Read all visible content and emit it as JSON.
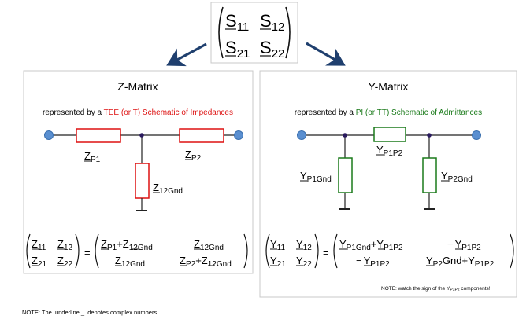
{
  "smatrix": {
    "main": "S",
    "subs": [
      "11",
      "12",
      "21",
      "22"
    ]
  },
  "z_panel": {
    "title": "Z-Matrix",
    "caption_prefix": "represented by a ",
    "caption_highlight": "TEE (or T) Schematic of Impedances",
    "highlight_color": "#dd1111",
    "labels": {
      "p1": {
        "main": "Z",
        "sub": "P1"
      },
      "p2": {
        "main": "Z",
        "sub": "P2"
      },
      "gnd": {
        "main": "Z",
        "sub": "12Gnd"
      }
    },
    "matrix_lhs": {
      "main": "Z",
      "subs": [
        "11",
        "12",
        "21",
        "22"
      ]
    },
    "equals": "=",
    "matrix_rhs": {
      "r1c1_a": {
        "main": "Z",
        "sub": "P1"
      },
      "plus": "+",
      "r1c1_b": {
        "main": "Z",
        "sub": "12Gnd"
      },
      "r1c2": {
        "main": "Z",
        "sub": "12Gnd"
      },
      "r2c1": {
        "main": "Z",
        "sub": "12Gnd"
      },
      "r2c2_a": {
        "main": "Z",
        "sub": "P2"
      },
      "r2c2_b": {
        "main": "Z",
        "sub": "12Gnd"
      }
    }
  },
  "y_panel": {
    "title": "Y-Matrix",
    "caption_prefix": "represented by a ",
    "caption_highlight": "PI (or TT) Schematic of Admittances",
    "highlight_color": "#1a7a1a",
    "labels": {
      "p1gnd": {
        "main": "Y",
        "sub": "P1Gnd"
      },
      "p1p2": {
        "main": "Y",
        "sub": "P1P2"
      },
      "p2gnd": {
        "main": "Y",
        "sub": "P2Gnd"
      }
    },
    "matrix_lhs": {
      "main": "Y",
      "subs": [
        "11",
        "12",
        "21",
        "22"
      ]
    },
    "equals": "=",
    "matrix_rhs": {
      "r1c1_a": {
        "main": "Y",
        "sub": "P1Gnd"
      },
      "plus": "+",
      "r1c1_b": {
        "main": "Y",
        "sub": "P1P2"
      },
      "r1c2_minus": "−",
      "r1c2": {
        "main": "Y",
        "sub": "P1P2"
      },
      "r2c1_minus": "−",
      "r2c1": {
        "main": "Y",
        "sub": "P1P2"
      },
      "r2c2_a": {
        "main": "Y",
        "sub": "P2"
      },
      "r2c2_gnd": "Gnd",
      "r2c2_b": {
        "main": "Y",
        "sub": "P1P2"
      }
    },
    "note": {
      "before": "NOTE: watch the sign of the ",
      "sym": "Y",
      "sub": "P1P2",
      "after": " components!"
    }
  },
  "footnote": "NOTE: The  underline _  denotes complex numbers",
  "colors": {
    "arrow": "#1f3f6e",
    "node": "#5a8fd0",
    "wire": "#222222",
    "z_component": "#dd1111",
    "y_component": "#1a7a1a",
    "junction": "#2a1a5e",
    "panel_border": "#c8c8c8"
  }
}
